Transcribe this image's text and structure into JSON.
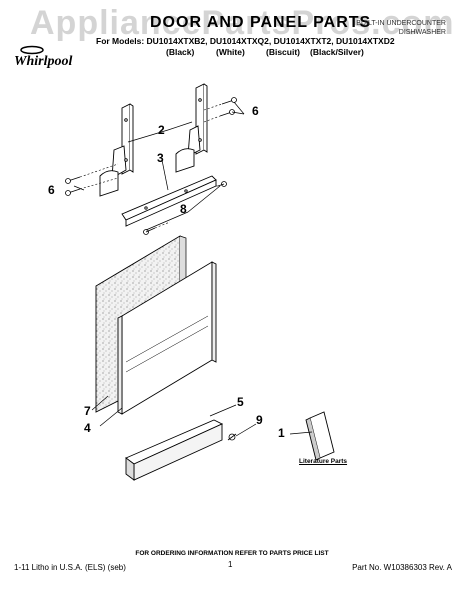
{
  "watermark": "AppliancePartsPros.com",
  "header": {
    "title": "DOOR AND PANEL PARTS",
    "subtitle_line1": "BUILT-IN UNDERCOUNTER",
    "subtitle_line2": "DISHWASHER",
    "models": "For Models: DU1014XTXB2, DU1014XTXQ2, DU1014XTXT2, DU1014XTXD2",
    "finishes": [
      "(Black)",
      "(White)",
      "(Biscuit)",
      "(Black/Silver)"
    ]
  },
  "brand": {
    "name": "Whirlpool",
    "color": "#000000"
  },
  "callouts": {
    "c1": "1",
    "c2": "2",
    "c3": "3",
    "c4": "4",
    "c5": "5",
    "c6a": "6",
    "c6b": "6",
    "c7": "7",
    "c8": "8",
    "c9": "9"
  },
  "literature_label": "Literature Parts",
  "footer": {
    "ordering_info": "FOR ORDERING INFORMATION REFER TO PARTS PRICE LIST",
    "litho": "1-11 Litho in U.S.A. (ELS) (seb)",
    "page_number": "1",
    "part_number": "Part No. W10386303 Rev. A"
  }
}
